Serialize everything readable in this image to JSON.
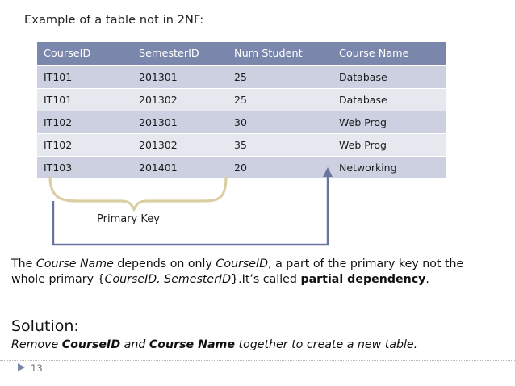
{
  "slide": {
    "title": "Example of a table not in 2NF:",
    "page_number": "13"
  },
  "table": {
    "headers": [
      "CourseID",
      "SemesterID",
      "Num Student",
      "Course Name"
    ],
    "rows": [
      [
        "IT101",
        "201301",
        "25",
        "Database"
      ],
      [
        "IT101",
        "201302",
        "25",
        "Database"
      ],
      [
        "IT102",
        "201301",
        "30",
        "Web Prog"
      ],
      [
        "IT102",
        "201302",
        "35",
        "Web Prog"
      ],
      [
        "IT103",
        "201401",
        "20",
        "Networking"
      ]
    ]
  },
  "annotations": {
    "primary_key_label": "Primary Key",
    "brace_color": "#d9cfa3",
    "arrow_color": "#6a74a0"
  },
  "body": {
    "para_1": "The ",
    "para_2": "Course Name",
    "para_3": " depends on only ",
    "para_4": "CourseID",
    "para_5": ", a part of the primary key not the whole primary {",
    "para_6": "CourseID, SemesterID",
    "para_7": "}.It’s called ",
    "para_8": "partial dependency",
    "para_9": ".",
    "solution_heading": "Solution:",
    "remove_1": "Remove ",
    "remove_2": "CourseID",
    "remove_3": " and ",
    "remove_4": "Course Name",
    "remove_5": " together to create a new table."
  },
  "colors": {
    "header_bg": "#7b86ad",
    "row_even_bg": "#ccd0e0",
    "row_odd_bg": "#e6e8f0",
    "accent": "#7b86ad"
  }
}
